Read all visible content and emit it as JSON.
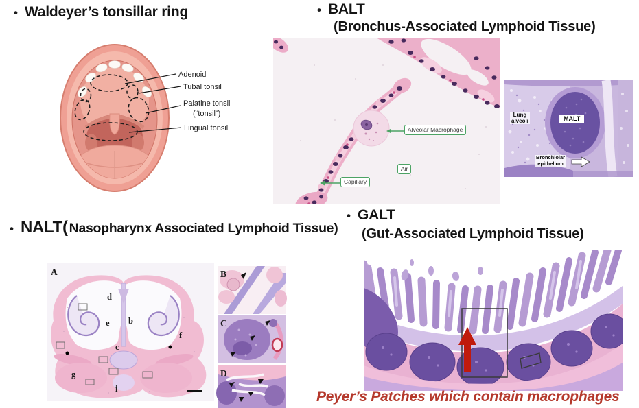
{
  "slide": {
    "bullet": "•"
  },
  "palette": {
    "caption_red": "#B5392C",
    "annotation_green": "#4CA364",
    "red_arrow": "#C01A0C"
  },
  "waldeyer": {
    "title": "Waldeyer’s tonsillar ring",
    "figure_labels": {
      "adenoid": "Adenoid",
      "tubal": "Tubal tonsil",
      "palatine": "Palatine tonsil",
      "palatine_sub": "(“tonsil”)",
      "lingual": "Lingual tonsil"
    }
  },
  "balt": {
    "title": "BALT",
    "subtitle": "(Bronchus-Associated Lymphoid Tissue)",
    "micrograph_labels": {
      "alveolar_macrophage": "Alveolar Macrophage",
      "air": "Air",
      "capillary": "Capillary"
    },
    "malt_labels": {
      "lung_line1": "Lung",
      "lung_line2": "alveoli",
      "malt": "MALT",
      "bronchiolar_line1": "Bronchiolar",
      "bronchiolar_line2": "epithelium"
    }
  },
  "nalt": {
    "title_main": "NALT(",
    "title_rest": "Nasopharynx Associated Lymphoid Tissue)",
    "panels": {
      "a": "A",
      "b": "B",
      "c": "C",
      "d": "D"
    },
    "panel_a_letters": [
      "d",
      "e",
      "b",
      "c",
      "f",
      "g",
      "i"
    ]
  },
  "galt": {
    "title": "GALT",
    "subtitle": "(Gut-Associated Lymphoid Tissue)",
    "caption": "Peyer’s Patches which contain macrophages"
  }
}
